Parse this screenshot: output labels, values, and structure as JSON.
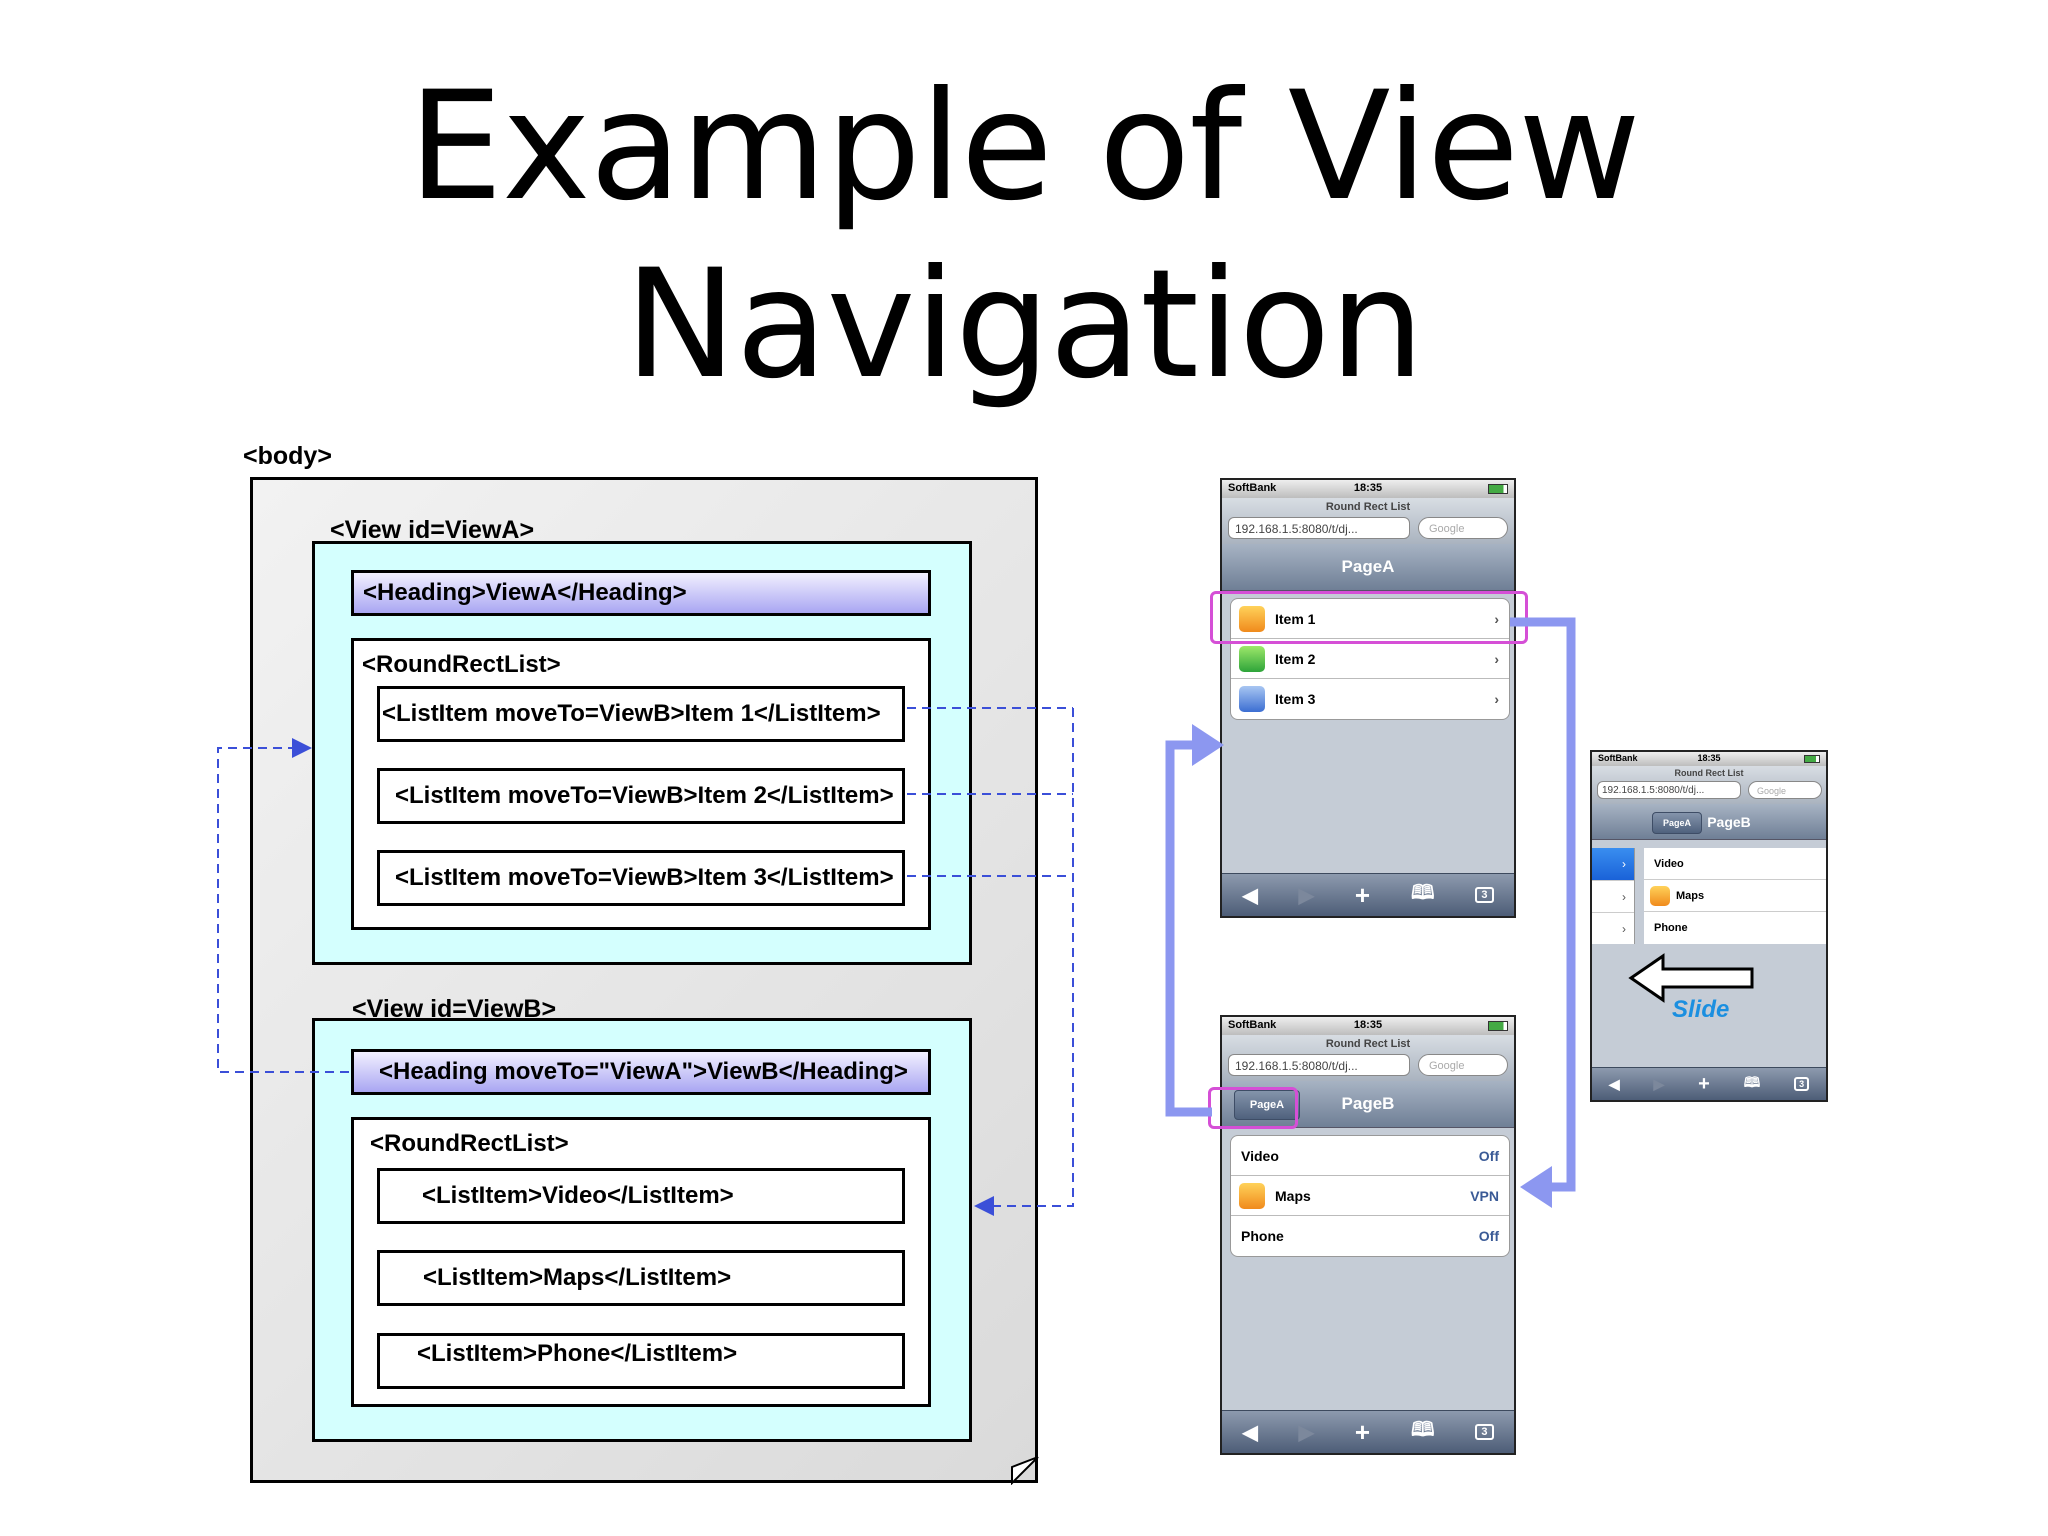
{
  "title": {
    "line1": "Example of View",
    "line2": "Navigation"
  },
  "diagram": {
    "body_label": "<body>",
    "viewA": {
      "label": "<View id=ViewA>",
      "heading": "<Heading>ViewA</Heading>",
      "list_label": "<RoundRectList>",
      "items": [
        "<ListItem moveTo=ViewB>Item 1</ListItem>",
        "<ListItem moveTo=ViewB>Item 2</ListItem>",
        "<ListItem moveTo=ViewB>Item 3</ListItem>"
      ]
    },
    "viewB": {
      "label": "<View id=ViewB>",
      "heading": "<Heading moveTo=\"ViewA\">ViewB</Heading>",
      "list_label": "<RoundRectList>",
      "items": [
        "<ListItem>Video</ListItem>",
        "<ListItem>Maps</ListItem>",
        "<ListItem>Phone</ListItem>"
      ]
    }
  },
  "phones": {
    "carrier": "SoftBank",
    "time": "18:35",
    "page_title": "Round Rect List",
    "url": "192.168.1.5:8080/t/dj...",
    "search_placeholder": "Google",
    "tab_count": "3",
    "pageA": {
      "heading": "PageA",
      "items": [
        "Item 1",
        "Item 2",
        "Item 3"
      ]
    },
    "pageB": {
      "heading": "PageB",
      "back_label": "PageA",
      "rows": [
        {
          "label": "Video",
          "value": "Off"
        },
        {
          "label": "Maps",
          "value": "VPN"
        },
        {
          "label": "Phone",
          "value": "Off"
        }
      ]
    },
    "transition": {
      "heading": "PageB",
      "back_label": "PageA",
      "rows": [
        "Video",
        "Maps",
        "Phone"
      ],
      "slide_label": "Slide"
    }
  },
  "colors": {
    "highlight": "#d54fd6",
    "flow_arrow": "#8c97f0",
    "dashed_link": "#3b4fd8",
    "view_fill": "#d4fffe",
    "body_fill": "#e8e8e8"
  }
}
